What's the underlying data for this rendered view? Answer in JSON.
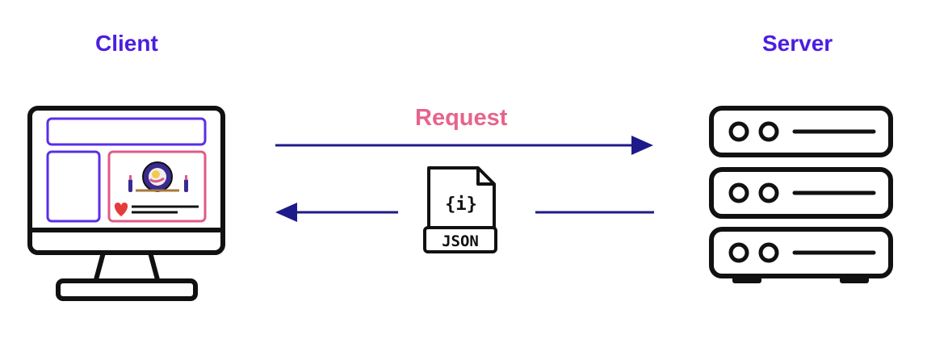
{
  "client": {
    "title": "Client",
    "icon": "computer-monitor-icon"
  },
  "server": {
    "title": "Server",
    "icon": "server-rack-icon",
    "units": 3
  },
  "request": {
    "label": "Request"
  },
  "response": {
    "file_label": "JSON",
    "file_glyph": "{i}",
    "icon": "json-file-icon"
  },
  "colors": {
    "heading": "#4b1ee0",
    "request_label": "#e6648c",
    "arrow": "#1f1a8a",
    "outline": "#111111",
    "screen_sidebar": "#5b2ee6",
    "screen_card": "#e05a86",
    "heart": "#e63b3b"
  }
}
